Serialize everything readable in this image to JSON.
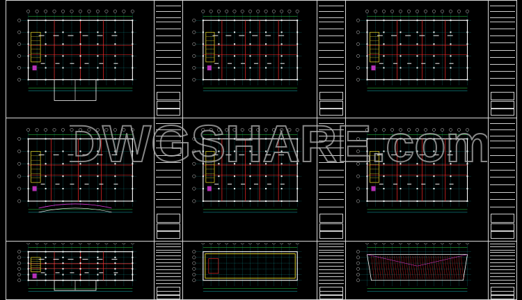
{
  "colors": {
    "background": "#000000",
    "border": "#d8d8d8",
    "cyan": "#19e6e6",
    "red": "#ff2a2a",
    "yellow": "#f2e12a",
    "white": "#ffffff",
    "green": "#2bdc4a",
    "magenta": "#e23ce2",
    "watermark": "#aaaaaa"
  },
  "watermark": {
    "text": "DWGSHARE.com"
  },
  "sheets": [
    {
      "variant": "a"
    },
    {
      "variant": "b"
    },
    {
      "variant": "c"
    },
    {
      "variant": "d"
    },
    {
      "variant": "b"
    },
    {
      "variant": "c"
    },
    {
      "variant": "a"
    },
    {
      "variant": "e"
    },
    {
      "variant": "f"
    }
  ]
}
